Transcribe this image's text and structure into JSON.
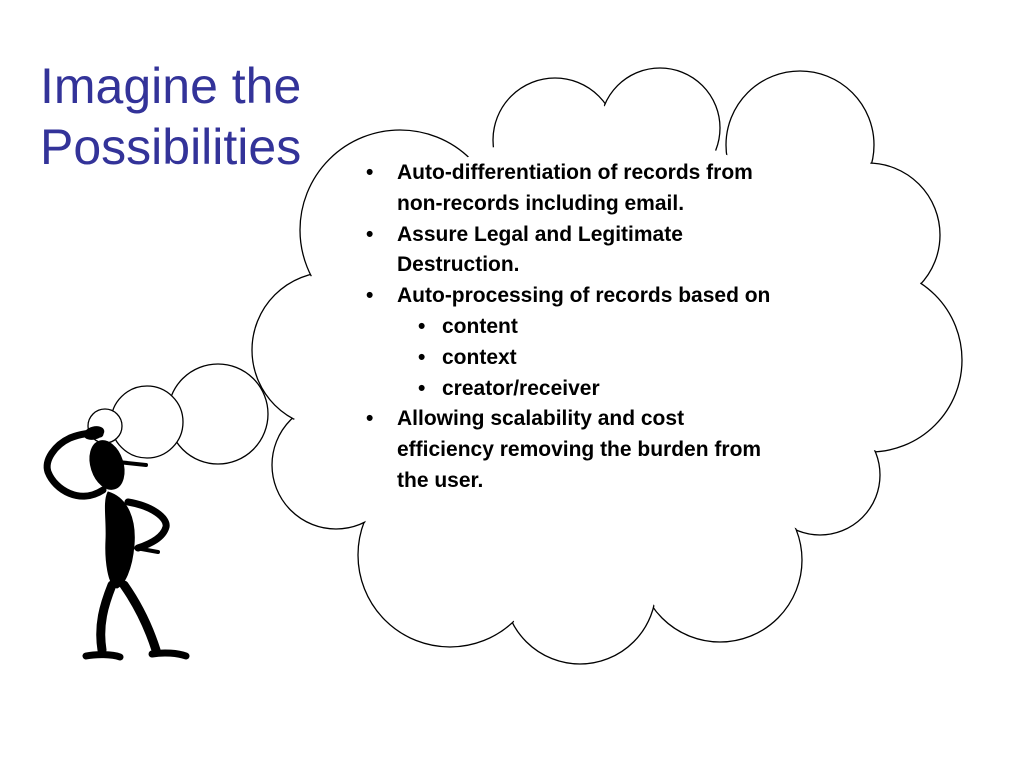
{
  "slide": {
    "title_lines": [
      "Imagine the",
      "Possibilities"
    ],
    "colors": {
      "title": "#333399",
      "text": "#000000",
      "background": "#ffffff"
    },
    "bullets": [
      {
        "text": "Auto-differentiation of records from non-records including email."
      },
      {
        "text": "Assure Legal and Legitimate Destruction."
      },
      {
        "text": "Auto-processing of records based on",
        "sub": [
          "content",
          "context",
          "creator/receiver"
        ]
      },
      {
        "text": "Allowing scalability and cost efficiency removing the burden from the user."
      }
    ],
    "illustration": {
      "thought_cloud": "thought-cloud",
      "figure": "thinking-stick-figure"
    }
  }
}
